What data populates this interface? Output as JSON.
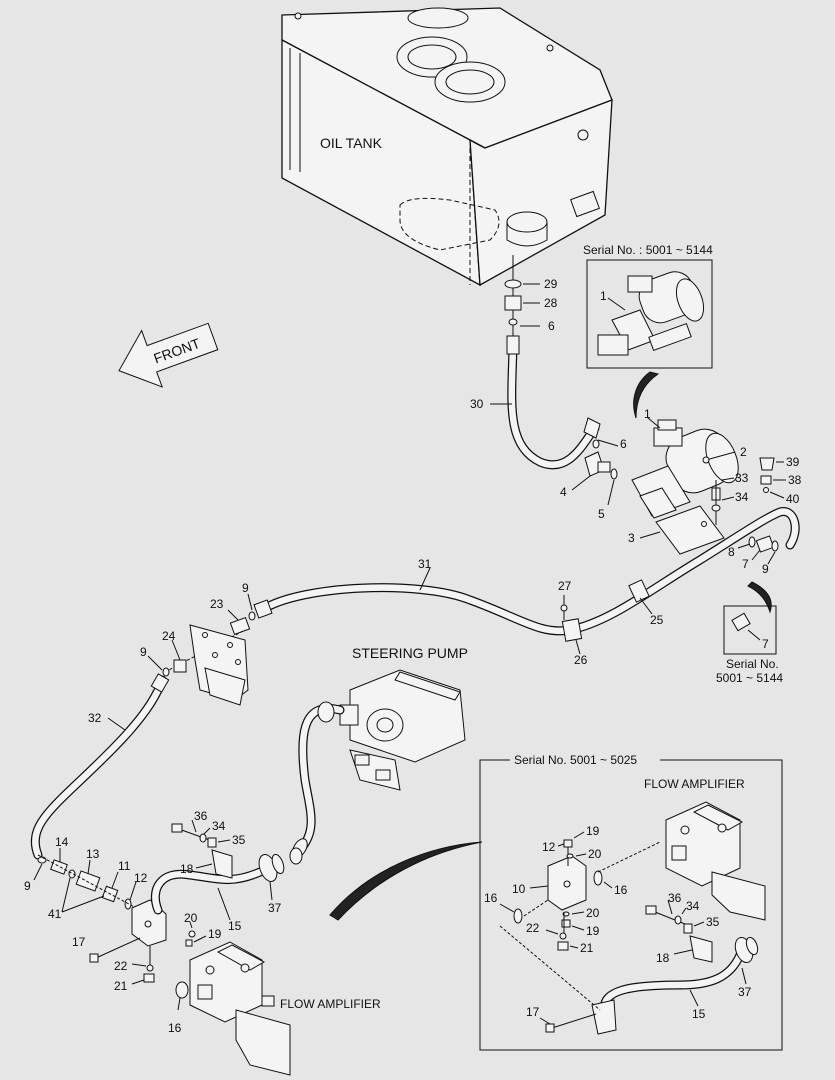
{
  "texts": {
    "oil_tank": "OIL TANK",
    "front": "FRONT",
    "steering_pump": "STEERING PUMP",
    "flow_amplifier": "FLOW AMPLIFIER",
    "flow_amplifier_inset": "FLOW AMPLIFIER",
    "serial_top": "Serial No. : 5001 ~ 5144",
    "serial_small_1": "Serial No.",
    "serial_small_2": "5001 ~ 5144",
    "serial_inset": "Serial No. 5001 ~ 5025"
  },
  "part_numbers": {
    "p29": "29",
    "p28": "28",
    "p6a": "6",
    "p30": "30",
    "p6b": "6",
    "p4": "4",
    "p5": "5",
    "p1a": "1",
    "p1b": "1",
    "p2": "2",
    "p3": "3",
    "p33": "33",
    "p34a": "34",
    "p39": "39",
    "p38": "38",
    "p40": "40",
    "p8": "8",
    "p7a": "7",
    "p9a": "9",
    "p7b": "7",
    "p27": "27",
    "p25": "25",
    "p26": "26",
    "p31": "31",
    "p23": "23",
    "p9b": "9",
    "p24": "24",
    "p9c": "9",
    "p32": "32",
    "p36a": "36",
    "p34b": "34",
    "p35a": "35",
    "p18a": "18",
    "p37a": "37",
    "p14": "14",
    "p13": "13",
    "p11": "11",
    "p12a": "12",
    "p9d": "9",
    "p41": "41",
    "p15a": "15",
    "p20a": "20",
    "p19a": "19",
    "p17a": "17",
    "p22a": "22",
    "p21a": "21",
    "p16a": "16",
    "p12b": "12",
    "p19b": "19",
    "p20b": "20",
    "p10": "10",
    "p16b": "16",
    "p16c": "16",
    "p20c": "20",
    "p22b": "22",
    "p19c": "19",
    "p21b": "21",
    "p36b": "36",
    "p34c": "34",
    "p35b": "35",
    "p18b": "18",
    "p37b": "37",
    "p15b": "15",
    "p17b": "17"
  }
}
